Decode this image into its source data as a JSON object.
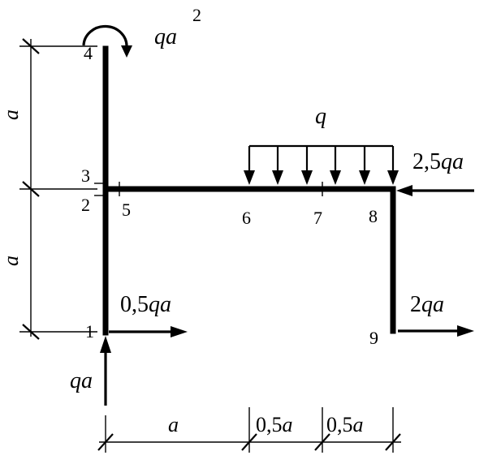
{
  "nodes": {
    "n1": "1",
    "n2": "2",
    "n3": "3",
    "n4": "4",
    "n5": "5",
    "n6": "6",
    "n7": "7",
    "n8": "8",
    "n9": "9"
  },
  "loads": {
    "moment_base": "qa",
    "moment_exp": "2",
    "distributed": "q",
    "right_force_coef": "2,5",
    "right_force_var": "qa",
    "node1_horizontal_coef": "0,5",
    "node1_horizontal_var": "qa",
    "node1_vertical": "qa",
    "node9_coef": "2",
    "node9_var": "qa"
  },
  "dimensions": {
    "left_upper": "a",
    "left_lower": "a",
    "bottom_1": "a",
    "bottom_2_coef": "0,5",
    "bottom_2_var": "a",
    "bottom_3_coef": "0,5",
    "bottom_3_var": "a"
  }
}
